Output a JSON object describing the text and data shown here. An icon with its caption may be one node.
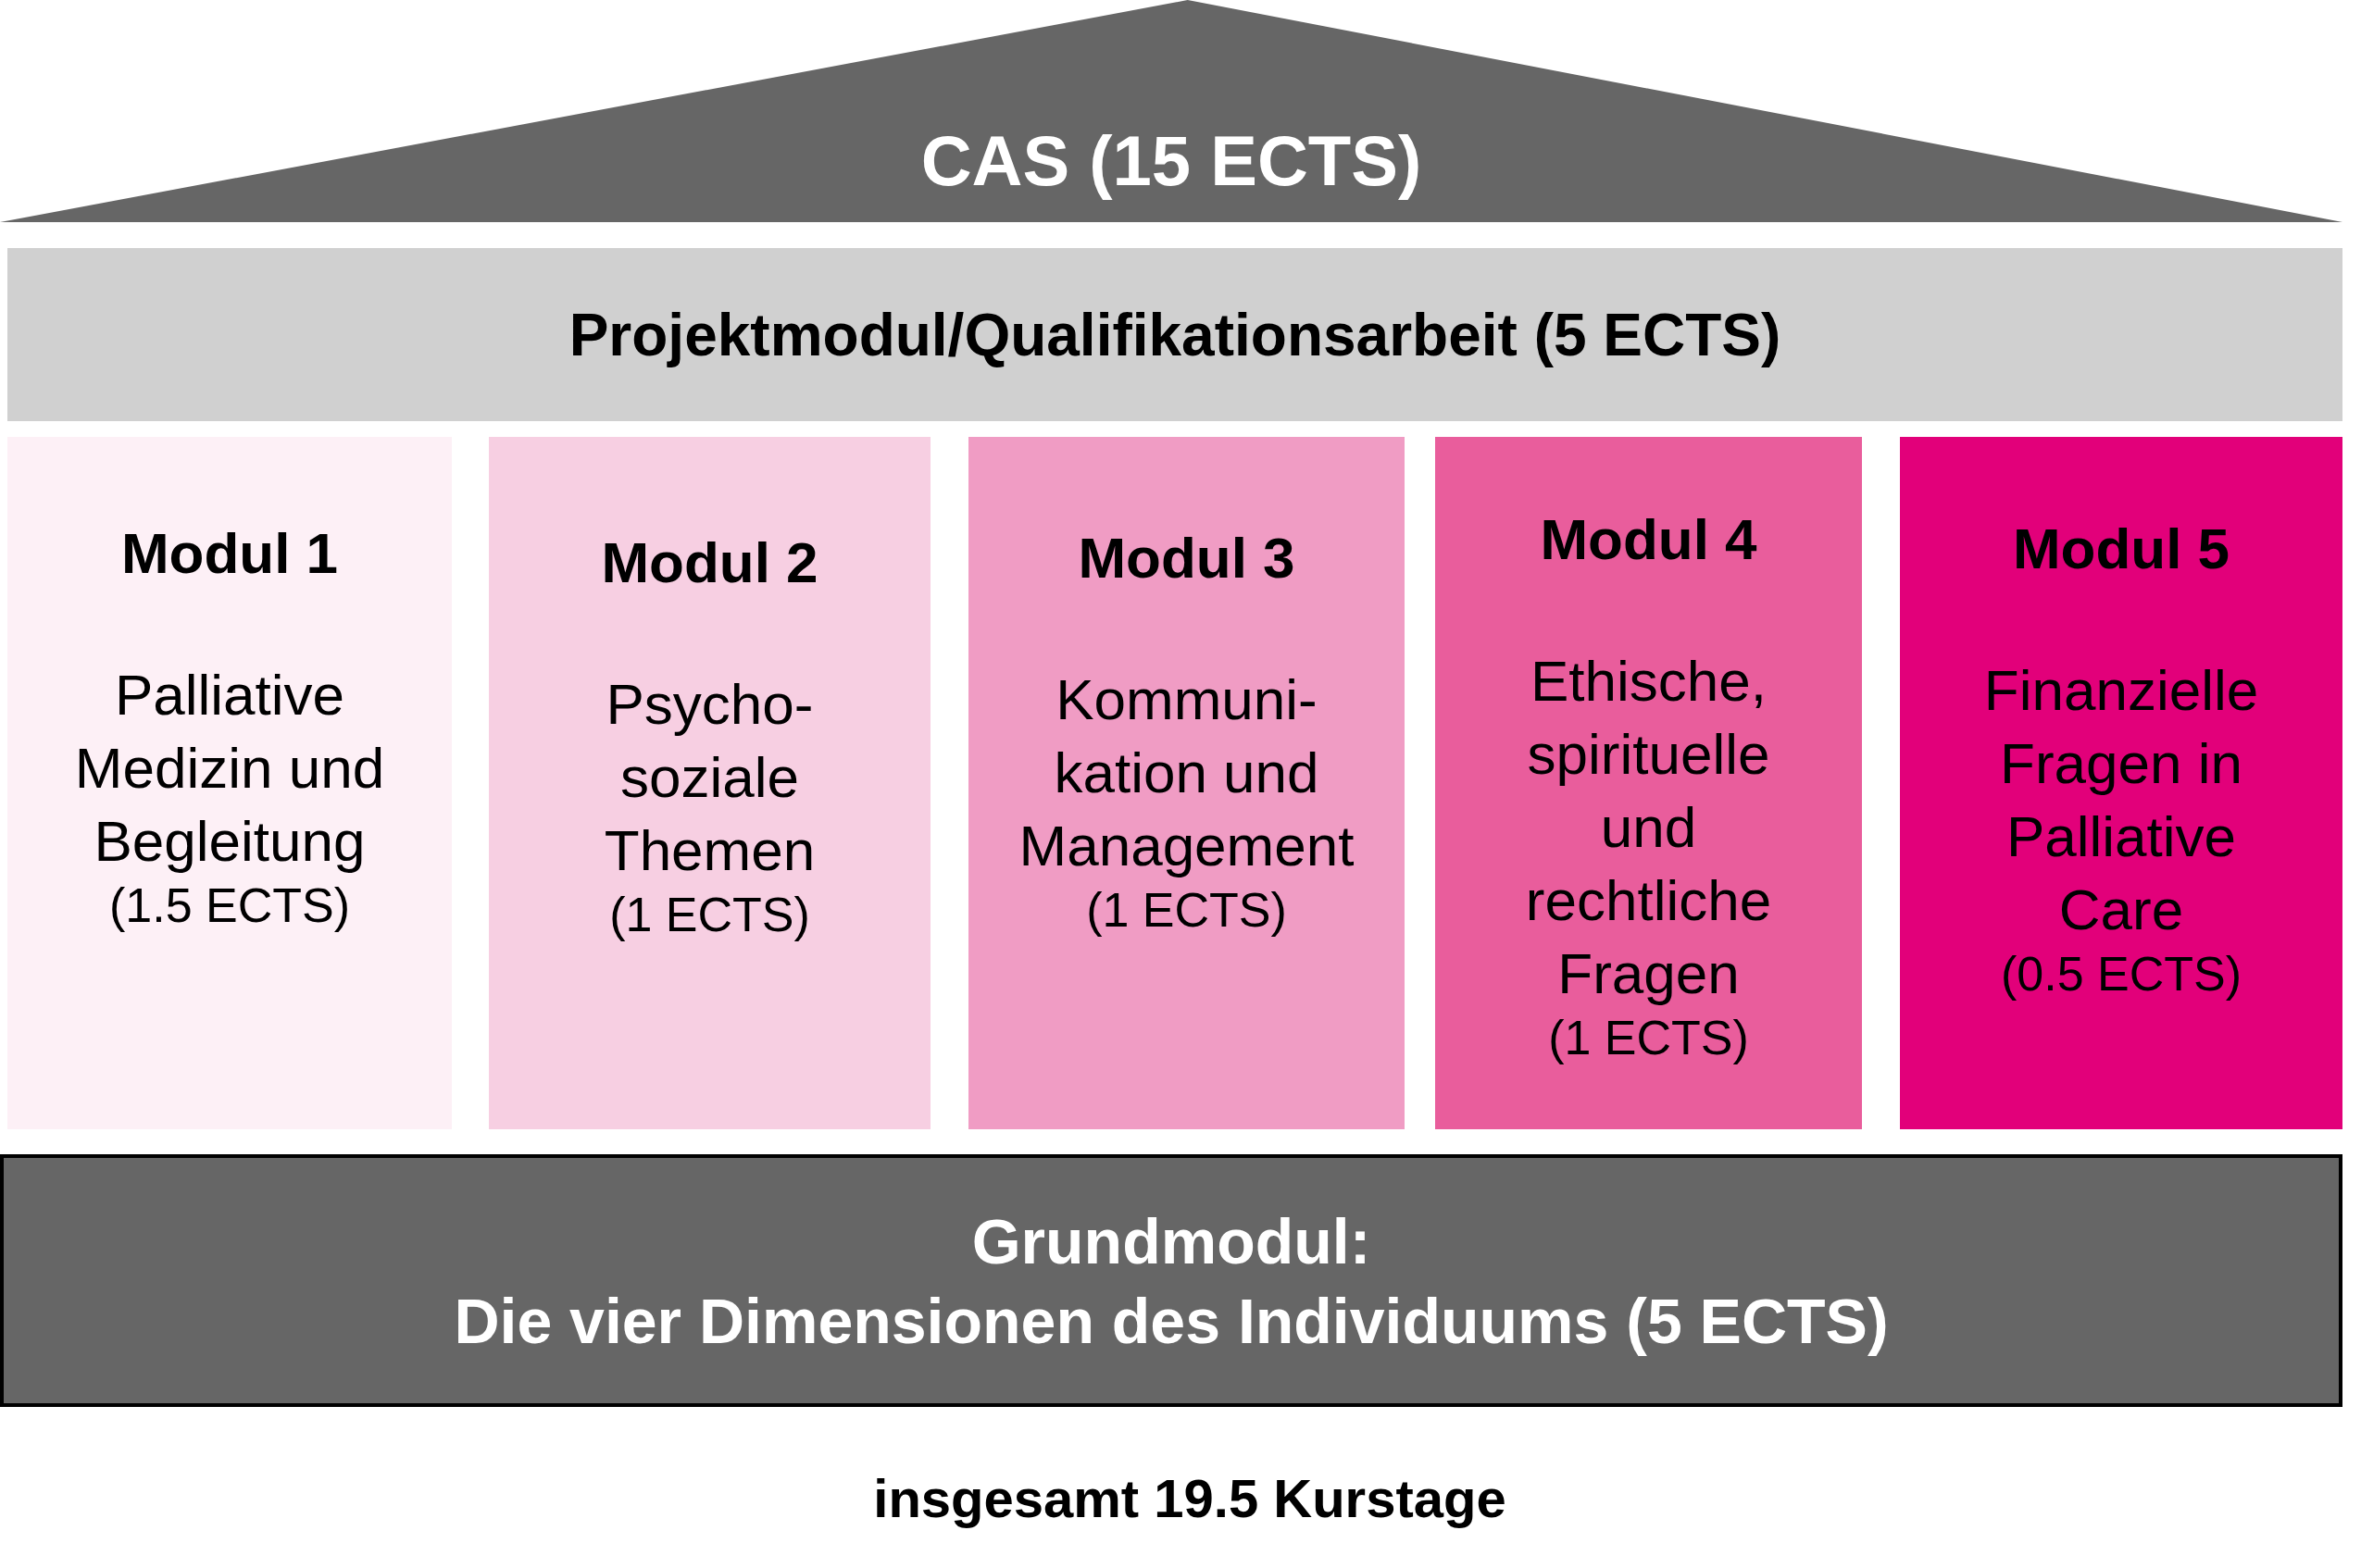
{
  "diagram": {
    "nodes": [
      {
        "text": [
          "CAS (15 ECTS)"
        ]
      },
      {
        "text": [
          "Projektmodul/Qualifikationsarbeit (5 ECTS)"
        ]
      },
      {
        "text": [
          "Modul 1",
          "Palliative Medizin und Begleitung",
          "(1.5 ECTS)"
        ]
      },
      {
        "text": [
          "Modul 2",
          "Psycho- soziale Themen",
          "(1 ECTS)"
        ]
      },
      {
        "text": [
          "Modul 3",
          "Kommuni- kation und Management",
          "(1 ECTS)"
        ]
      },
      {
        "text": [
          "Modul 4",
          "Ethische, spirituelle und rechtliche Fragen",
          "(1 ECTS)"
        ]
      },
      {
        "text": [
          "Modul 5",
          "Finanzielle Fragen in Palliative Care",
          "(0.5 ECTS)"
        ]
      },
      {
        "text": [
          "Grundmodul:",
          "Die vier Dimensionen des Individuums (5 ECTS)"
        ]
      }
    ],
    "edges": [],
    "labels": [
      "insgesamt 19.5 Kurstage"
    ]
  }
}
